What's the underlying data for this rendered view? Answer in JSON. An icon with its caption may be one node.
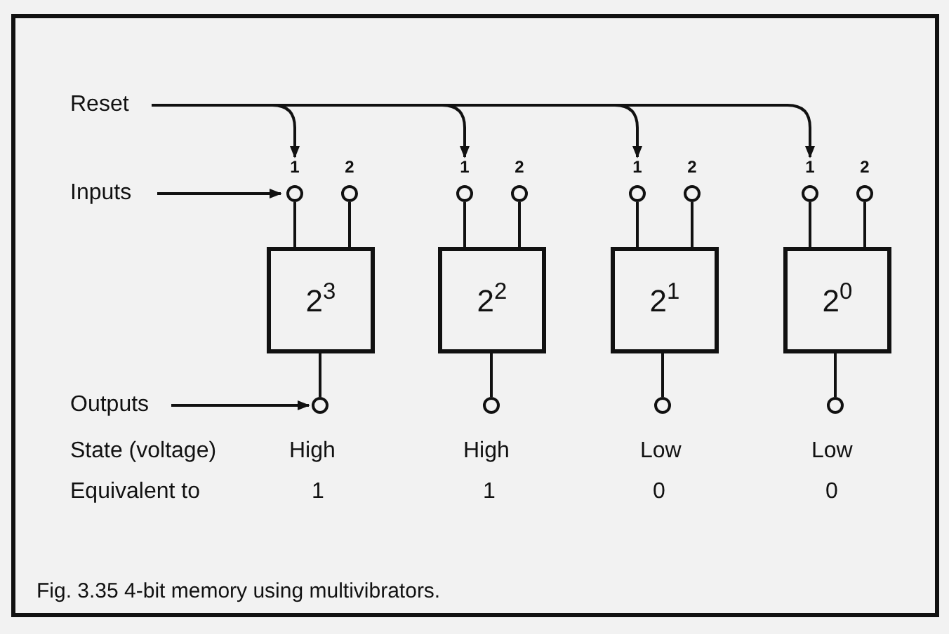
{
  "diagram": {
    "caption": "Fig. 3.35 4-bit memory using multivibrators.",
    "nodes": [
      {
        "text": [
          "Reset"
        ]
      },
      {
        "text": [
          "Inputs"
        ]
      },
      {
        "text": [
          "1"
        ]
      },
      {
        "text": [
          "2"
        ]
      },
      {
        "text": [
          "1"
        ]
      },
      {
        "text": [
          "2"
        ]
      },
      {
        "text": [
          "1"
        ]
      },
      {
        "text": [
          "2"
        ]
      },
      {
        "text": [
          "1"
        ]
      },
      {
        "text": [
          "2"
        ]
      },
      {
        "text": [
          "2$^{3}$"
        ]
      },
      {
        "text": [
          "2$^{2}$"
        ]
      },
      {
        "text": [
          "2$^{1}$"
        ]
      },
      {
        "text": [
          "2$^{0}$"
        ]
      },
      {
        "text": [
          "Outputs"
        ]
      },
      {
        "text": [],
        "shape": "circle"
      },
      {
        "text": [],
        "shape": "circle"
      },
      {
        "text": [],
        "shape": "circle"
      },
      {
        "text": [],
        "shape": "circle"
      }
    ],
    "edges": [
      {
        "from": 0,
        "to": 2,
        "arrow": "to"
      },
      {
        "from": 0,
        "to": 4,
        "arrow": "to"
      },
      {
        "from": 0,
        "to": 6,
        "arrow": "to"
      },
      {
        "from": 0,
        "to": 8,
        "arrow": "to"
      },
      {
        "from": 1,
        "to": 2,
        "arrow": "to"
      },
      {
        "from": 2,
        "to": 10,
        "arrow": "none"
      },
      {
        "from": 3,
        "to": 10,
        "arrow": "none"
      },
      {
        "from": 4,
        "to": 11,
        "arrow": "none"
      },
      {
        "from": 5,
        "to": 11,
        "arrow": "none"
      },
      {
        "from": 6,
        "to": 12,
        "arrow": "none"
      },
      {
        "from": 7,
        "to": 12,
        "arrow": "none"
      },
      {
        "from": 8,
        "to": 13,
        "arrow": "none"
      },
      {
        "from": 9,
        "to": 13,
        "arrow": "none"
      },
      {
        "from": 10,
        "to": 15,
        "arrow": "none"
      },
      {
        "from": 11,
        "to": 16,
        "arrow": "none"
      },
      {
        "from": 12,
        "to": 17,
        "arrow": "none"
      },
      {
        "from": 13,
        "to": 18,
        "arrow": "none"
      },
      {
        "from": 14,
        "to": 15,
        "arrow": "to"
      }
    ],
    "labels": [
      "State (voltage)",
      "High",
      "High",
      "Low",
      "Low",
      "Equivalent to",
      "1",
      "1",
      "0",
      "0"
    ]
  }
}
